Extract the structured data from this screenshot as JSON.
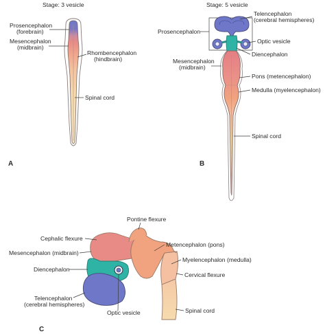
{
  "panel_a": {
    "letter": "A",
    "stage": "Stage: 3 vesicle",
    "labels": {
      "prosencephalon": "Prosencephalon",
      "forebrain": "(forebrain)",
      "mesencephalon": "Mesencephalon",
      "midbrain": "(midbrain)",
      "rhombencephalon": "Rhombencephalon",
      "hindbrain": "(hindbrain)",
      "spinal_cord": "Spinal cord"
    }
  },
  "panel_b": {
    "letter": "B",
    "stage": "Stage: 5 vesicle",
    "labels": {
      "telencephalon": "Telencephalon",
      "cerebral_hemispheres": "(cerebral hemispheres)",
      "prosencephalon": "Prosencephalon",
      "optic_vesicle": "Optic vesicle",
      "diencephalon": "Diencephalon",
      "mesencephalon": "Mesencephalon",
      "midbrain": "(midbrain)",
      "pons": "Pons (metencephalon)",
      "medulla": "Medulla (myelencephalon)",
      "spinal_cord": "Spinal cord"
    }
  },
  "panel_c": {
    "letter": "C",
    "labels": {
      "pontine_flexure": "Pontine flexure",
      "cephalic_flexure": "Cephalic flexure",
      "mesencephalon": "Mesencephalon (midbrain)",
      "metencephalon": "Metencephalon (pons)",
      "myelencephalon": "Myelencephalon (medulla)",
      "diencephalon": "Diencephalon",
      "cervical_flexure": "Cervical flexure",
      "telencephalon": "Telencephalon",
      "cerebral_hemispheres": "(cerebral hemispheres)",
      "optic_vesicle": "Optic vesicle",
      "spinal_cord": "Spinal cord"
    }
  },
  "colors": {
    "forebrain": "#6f78c8",
    "midbrain": "#e88a86",
    "hindbrain": "#f3b38e",
    "spinal_cord": "#f6dcae",
    "diencephalon": "#2fb3a4",
    "metencephalon": "#f0a37e",
    "myelencephalon": "#f5c0a2"
  }
}
